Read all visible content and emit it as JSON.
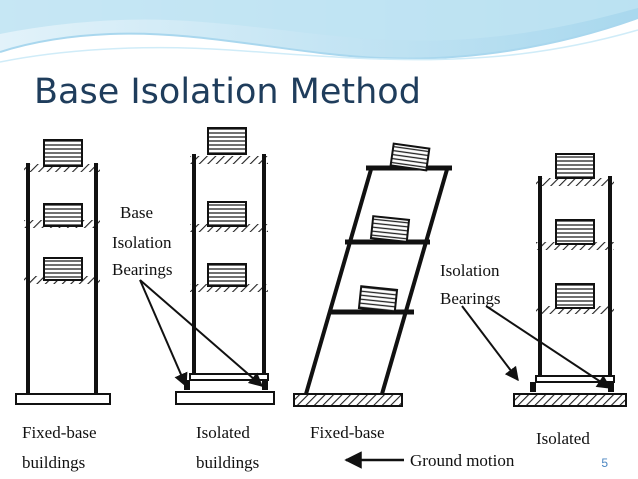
{
  "slide": {
    "title": "Base Isolation Method",
    "page_number": "5"
  },
  "figure": {
    "building_1": {
      "line1": "Fixed-base",
      "line2": "buildings"
    },
    "building_2": {
      "line1": "Isolated",
      "line2": "buildings"
    },
    "building_3": {
      "line1": "Fixed-base"
    },
    "building_4": {
      "line1": "Isolated"
    },
    "callout_left": {
      "line1": "Base",
      "line2": "Isolation",
      "line3": "Bearings"
    },
    "callout_right": {
      "line1": "Isolation",
      "line2": "Bearings"
    },
    "ground_motion": "Ground motion"
  },
  "colors": {
    "title": "#1f3d5c",
    "wave_light": "#cfe9f5",
    "wave_mid": "#9fd3ec",
    "page_number": "#4b86c1",
    "ink": "#111111"
  }
}
